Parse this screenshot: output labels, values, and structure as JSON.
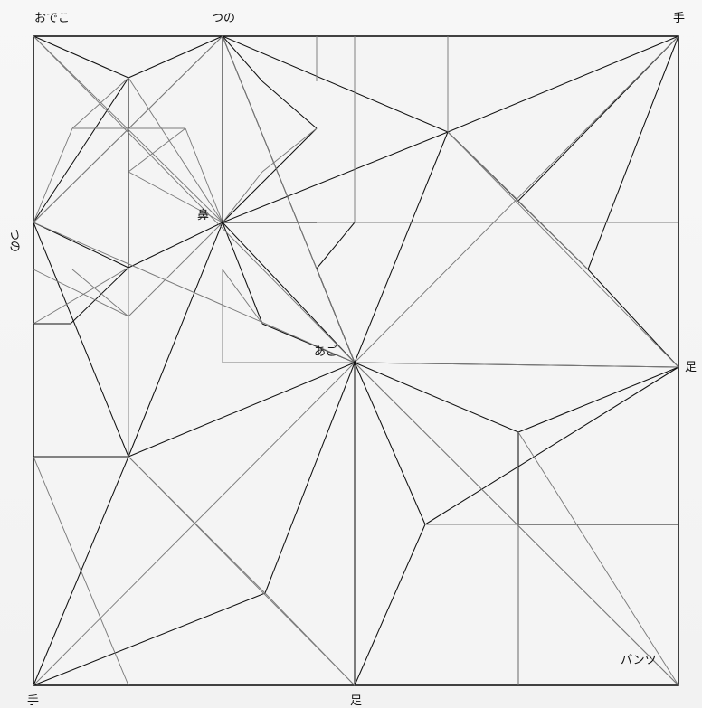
{
  "diagram": {
    "labels": {
      "top_left": "おでこ",
      "top_mid": "つの",
      "top_right": "手",
      "left_mid": "つの",
      "nose": "鼻",
      "jaw": "あご",
      "right_mid": "足",
      "bottom_left": "手",
      "bottom_mid": "足",
      "pants": "パンツ"
    }
  }
}
